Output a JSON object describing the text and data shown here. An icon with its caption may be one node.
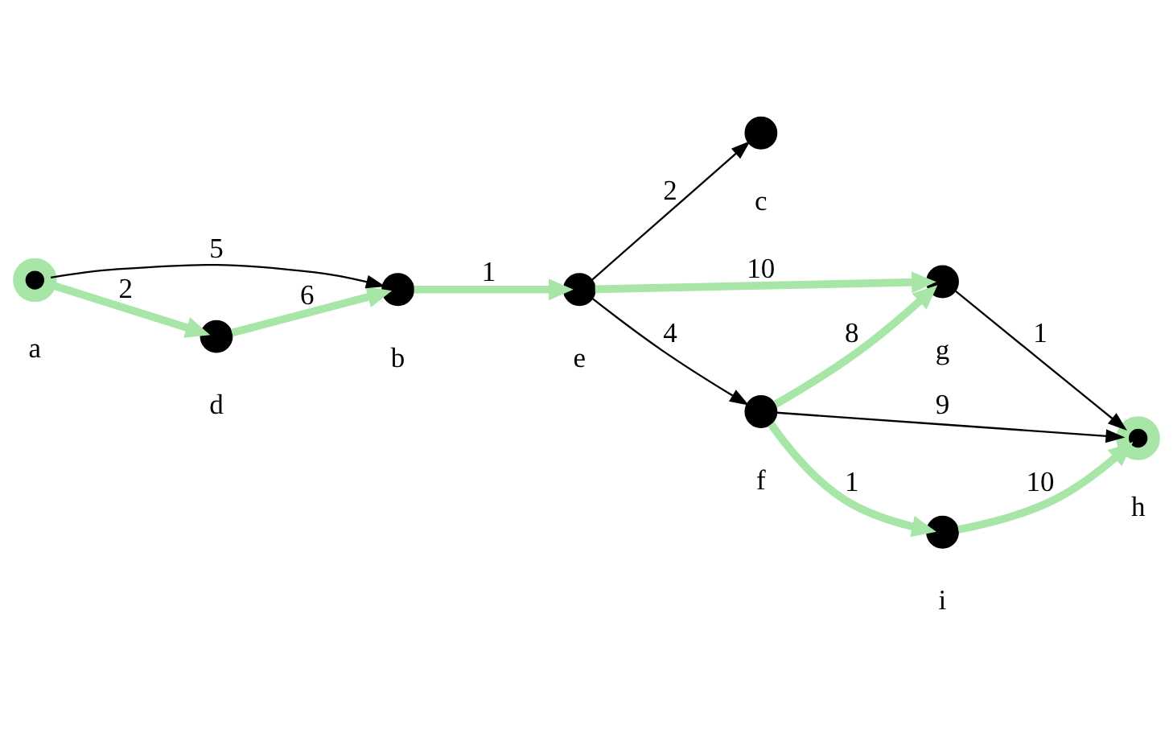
{
  "diagram": {
    "nodes": [
      {
        "text": [],
        "shape": "circle",
        "beside": [
          "c"
        ]
      },
      {
        "text": [],
        "shape": "circle",
        "beside": [
          "g"
        ]
      },
      {
        "text": [],
        "shape": "circle",
        "beside": [
          "e"
        ]
      },
      {
        "text": [],
        "shape": "circle",
        "beside": [
          "h"
        ]
      },
      {
        "text": [],
        "shape": "circle",
        "beside": [
          "b"
        ]
      },
      {
        "text": [],
        "shape": "circle",
        "beside": [
          "i"
        ]
      },
      {
        "text": [],
        "shape": "circle",
        "beside": [
          "f"
        ]
      },
      {
        "text": [],
        "shape": "circle",
        "beside": [
          "d"
        ]
      },
      {
        "text": [],
        "shape": "circle",
        "beside": [
          "a"
        ]
      }
    ],
    "edges": [
      {
        "from": 8,
        "to": 4,
        "arrow": "to",
        "label": "5",
        "color": "#000000"
      },
      {
        "from": 8,
        "to": 7,
        "arrow": "to",
        "label": "2"
      },
      {
        "from": 7,
        "to": 4,
        "arrow": "to",
        "label": "6"
      },
      {
        "from": 4,
        "to": 2,
        "arrow": "to",
        "label": "1"
      },
      {
        "from": 2,
        "to": 0,
        "arrow": "to",
        "label": "2",
        "color": "#000000"
      },
      {
        "from": 2,
        "to": 1,
        "arrow": "to",
        "label": "10"
      },
      {
        "from": 2,
        "to": 6,
        "arrow": "to",
        "label": "4",
        "color": "#000000"
      },
      {
        "from": 6,
        "to": 1,
        "arrow": "to",
        "label": "8"
      },
      {
        "from": 6,
        "to": 3,
        "arrow": "to",
        "label": "9",
        "color": "#000000"
      },
      {
        "from": 6,
        "to": 5,
        "arrow": "to",
        "label": "1"
      },
      {
        "from": 1,
        "to": 3,
        "arrow": "to",
        "label": "1",
        "color": "#000000"
      },
      {
        "from": 5,
        "to": 3,
        "arrow": "to",
        "label": "10"
      }
    ]
  }
}
